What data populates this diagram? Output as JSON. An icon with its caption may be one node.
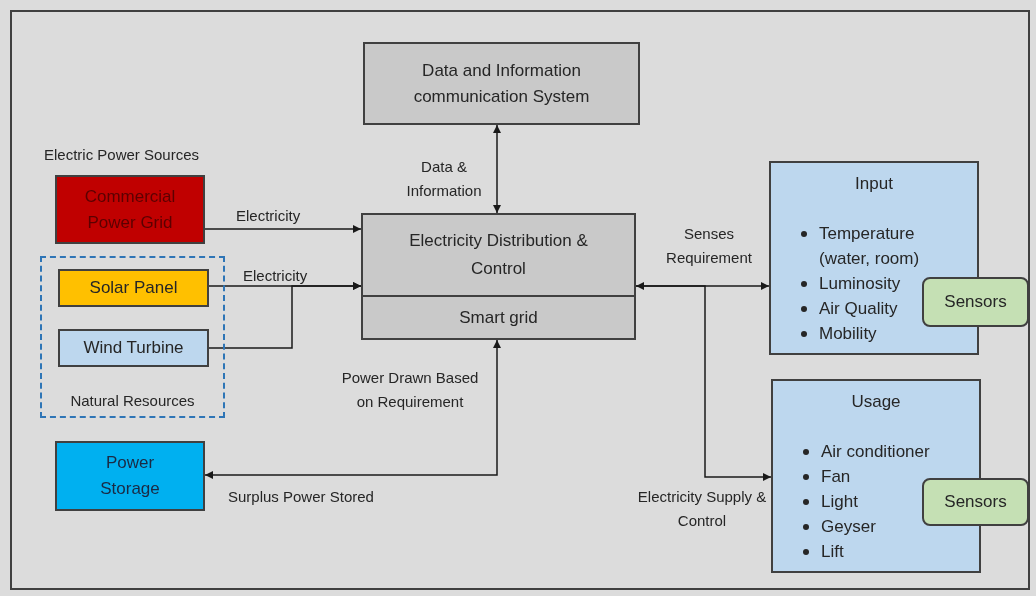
{
  "diagram": {
    "nodes": [
      {
        "text": [
          "Data and Information communication System"
        ]
      },
      {
        "text": [
          "Electricity Distribution & Control",
          "Smart grid"
        ]
      },
      {
        "text": [
          "Commercial Power Grid"
        ]
      },
      {
        "text": [
          "Natural Resources"
        ]
      },
      {
        "text": [
          "Solar Panel"
        ],
        "in": 3
      },
      {
        "text": [
          "Wind Turbine"
        ],
        "in": 3
      },
      {
        "text": [
          "Power Storage"
        ]
      },
      {
        "text": [
          "Input",
          "Temperature (water, room)",
          "Luminosity",
          "Air Quality",
          "Mobility"
        ]
      },
      {
        "text": [
          "Sensors"
        ]
      },
      {
        "text": [
          "Usage",
          "Air conditioner",
          "Fan",
          "Light",
          "Geyser",
          "Lift"
        ]
      },
      {
        "text": [
          "Sensors"
        ]
      }
    ],
    "edges": [
      {
        "from": 1,
        "to": 0,
        "arrow": "both",
        "label": "Data & Information"
      },
      {
        "from": 2,
        "to": 1,
        "arrow": "to",
        "label": "Electricity"
      },
      {
        "from": 4,
        "to": 1,
        "arrow": "to",
        "label": "Electricity"
      },
      {
        "from": 5,
        "to": 1,
        "arrow": "to"
      },
      {
        "from": 1,
        "to": 6,
        "arrow": "both",
        "label": "Surplus Power Stored"
      },
      {
        "from": 1,
        "to": 7,
        "arrow": "both",
        "label": "Senses Requirement"
      },
      {
        "from": 1,
        "to": 9,
        "arrow": "to",
        "label": "Electricity Supply & Control"
      }
    ],
    "labels": [
      "Electric Power Sources",
      "Power Drawn Based on Requirement"
    ]
  }
}
